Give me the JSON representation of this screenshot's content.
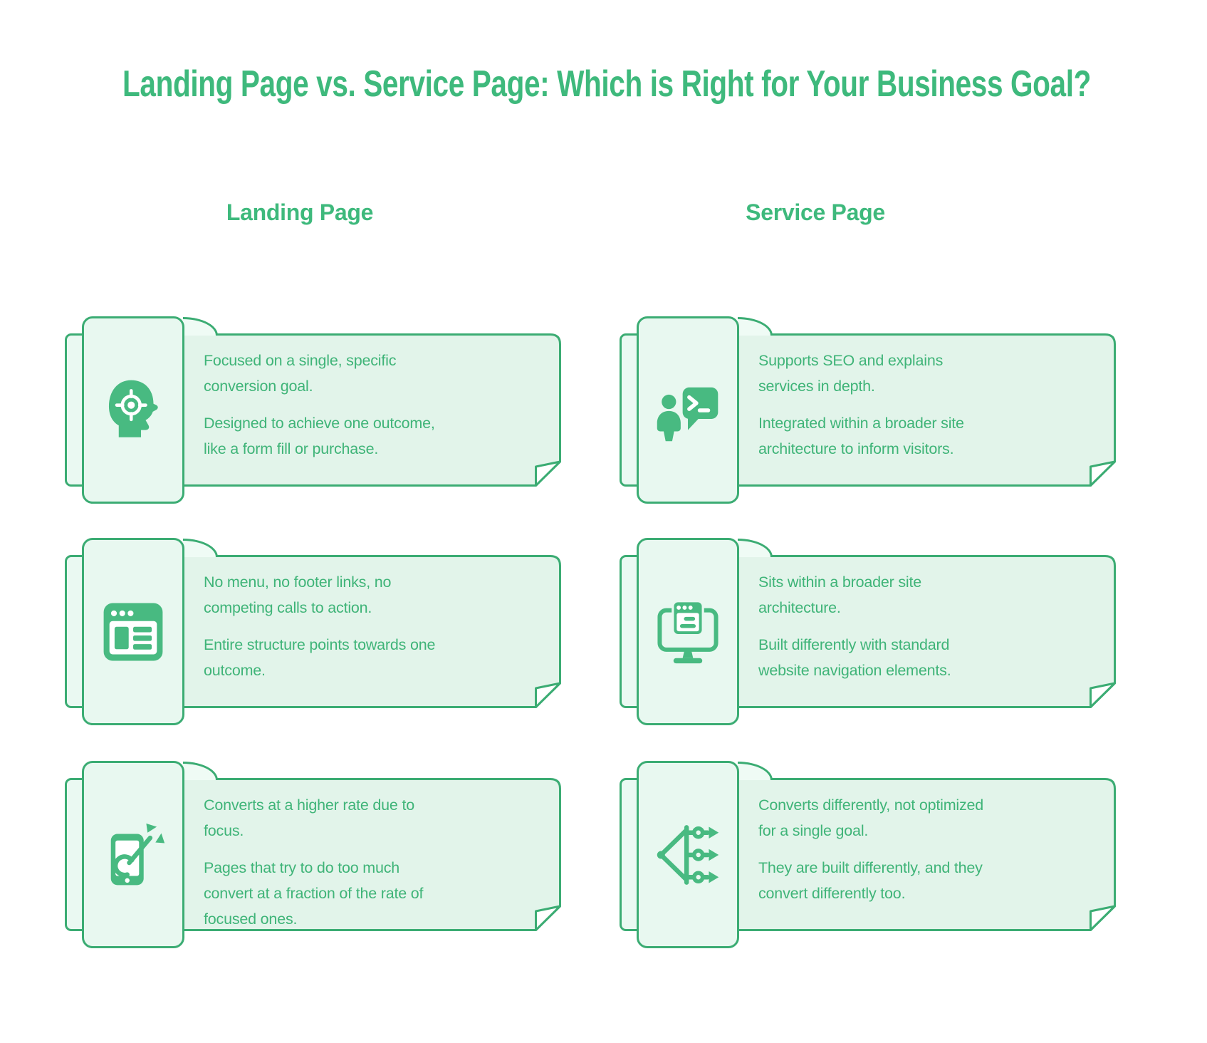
{
  "title": "Landing Page vs. Service Page: Which is Right for Your Business Goal?",
  "colors": {
    "accent_green": "#3bac73",
    "heading_green": "#3eb97c",
    "text_green": "#3fb478",
    "icon_green": "#48ba81",
    "panel_fill": "#e8f8f0",
    "body_fill": "#e2f4ea",
    "back_fill": "#eaf9f2",
    "curl_fill": "#effbf5",
    "background": "#ffffff"
  },
  "columns": [
    {
      "header": "Landing Page",
      "cards": [
        {
          "icon": "head-target",
          "paragraphs": [
            "Focused on a single, specific\nconversion goal.",
            "Designed to achieve one outcome,\nlike a form fill or purchase."
          ]
        },
        {
          "icon": "browser-window",
          "paragraphs": [
            "No menu, no footer links, no\ncompeting calls to action.",
            "Entire structure points towards one\noutcome."
          ]
        },
        {
          "icon": "phone-dart",
          "paragraphs": [
            "Converts at a higher rate due to\nfocus.",
            "Pages that try to do too much\nconvert at a fraction of the rate of\nfocused ones."
          ]
        }
      ]
    },
    {
      "header": "Service Page",
      "cards": [
        {
          "icon": "person-chat-terminal",
          "paragraphs": [
            "Supports SEO and explains\nservices in depth.",
            "Integrated within a broader site\narchitecture to inform visitors."
          ]
        },
        {
          "icon": "monitor-browser",
          "paragraphs": [
            "Sits within a broader site\narchitecture.",
            "Built differently with standard\nwebsite navigation elements."
          ]
        },
        {
          "icon": "decision-tree",
          "paragraphs": [
            "Converts differently, not optimized\nfor a single goal.",
            "They are built differently, and they\nconvert differently too."
          ]
        }
      ]
    }
  ]
}
